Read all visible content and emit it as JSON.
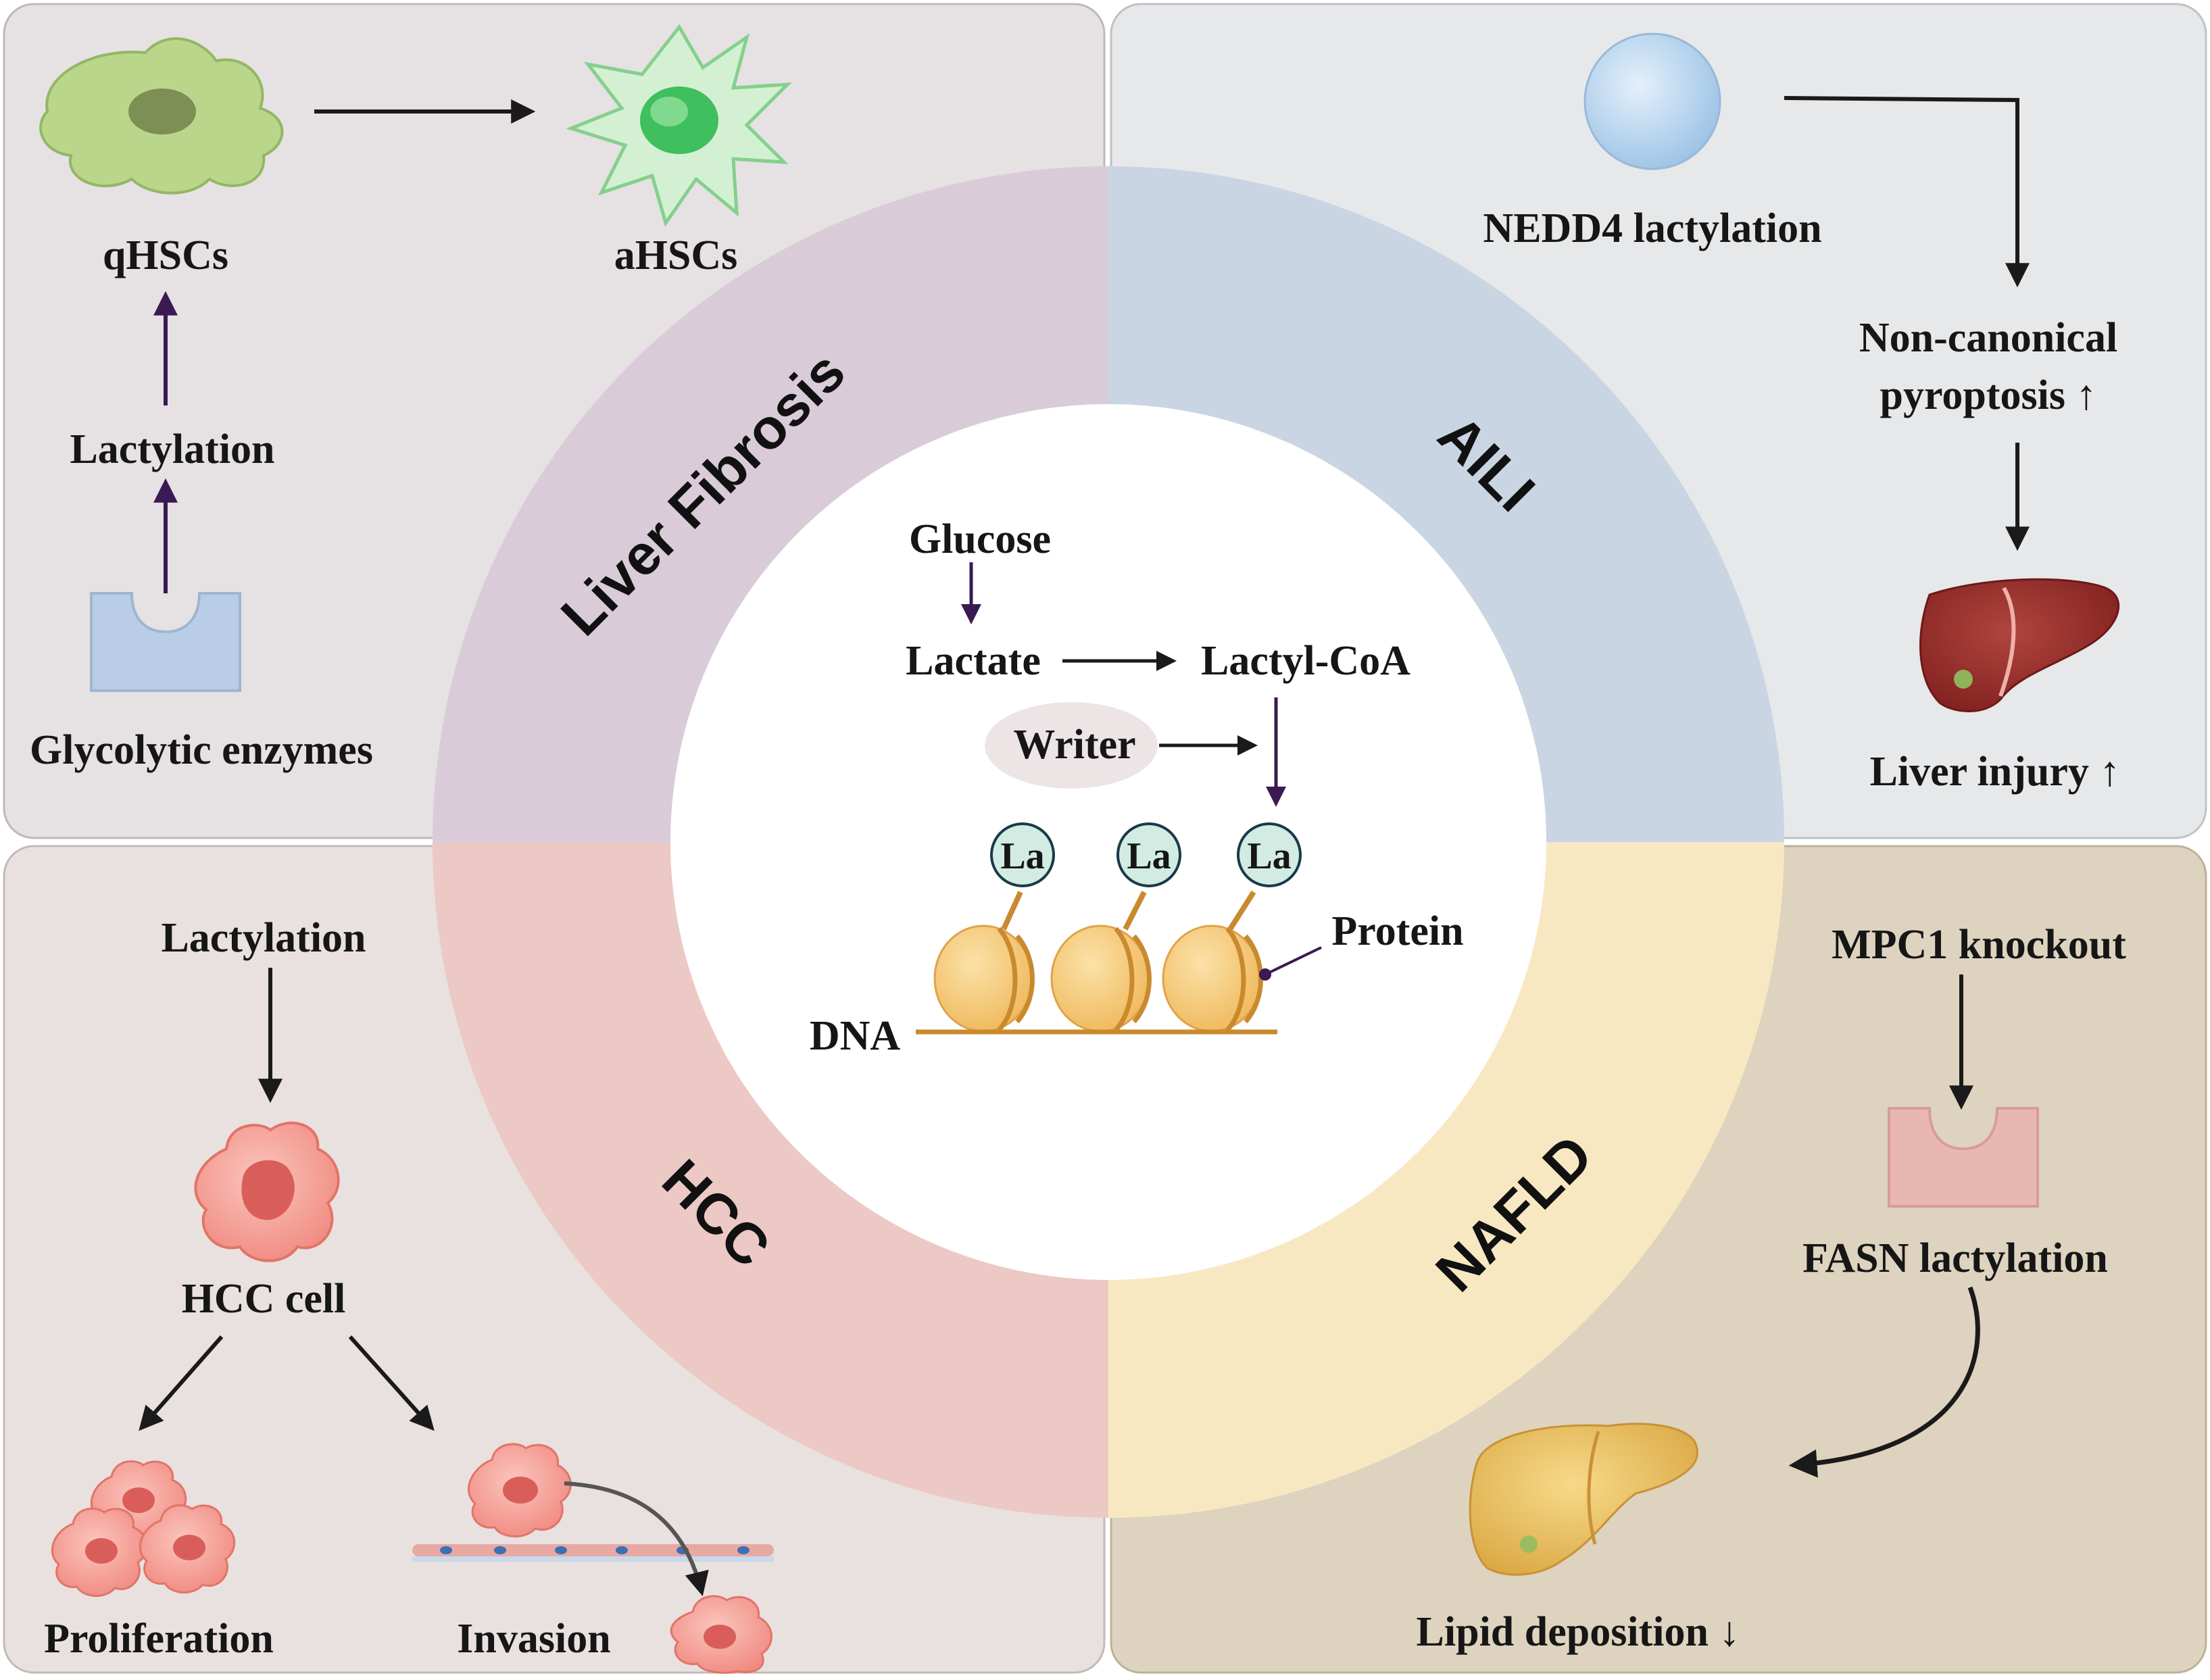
{
  "colors": {
    "panel_tl": "#E6E1E3",
    "panel_tr": "#E6E8EA",
    "panel_bl": "#E9E1DF",
    "panel_br": "#DDD3BF",
    "ring_fibrosis": "#D9CCD8",
    "ring_aili": "#C9D5E3",
    "ring_hcc": "#ECC9C4",
    "ring_nafld": "#F8E8C2",
    "arrow_purple": "#3A1A52",
    "arrow_dark": "#1A1A1A",
    "nucleosome": "#F5CB80",
    "la_circle": "#D2ECE3"
  },
  "sectors": {
    "fibrosis": "Liver Fibrosis",
    "aili": "AILI",
    "hcc": "HCC",
    "nafld": "NAFLD"
  },
  "center": {
    "glucose": "Glucose",
    "lactate": "Lactate",
    "lactyl_coa": "Lactyl-CoA",
    "writer": "Writer",
    "la": "La",
    "protein": "Protein",
    "dna": "DNA"
  },
  "fibrosis_panel": {
    "qhscs": "qHSCs",
    "ahscs": "aHSCs",
    "lactylation": "Lactylation",
    "enzymes": "Glycolytic enzymes"
  },
  "aili_panel": {
    "nedd4": "NEDD4 lactylation",
    "pyroptosis_line1": "Non-canonical",
    "pyroptosis_line2": "pyroptosis ↑",
    "injury": "Liver injury ↑"
  },
  "hcc_panel": {
    "lactylation": "Lactylation",
    "cell": "HCC cell",
    "proliferation": "Proliferation",
    "invasion": "Invasion"
  },
  "nafld_panel": {
    "mpc1": "MPC1 knockout",
    "fasn": "FASN lactylation",
    "lipid": "Lipid deposition ↓"
  }
}
